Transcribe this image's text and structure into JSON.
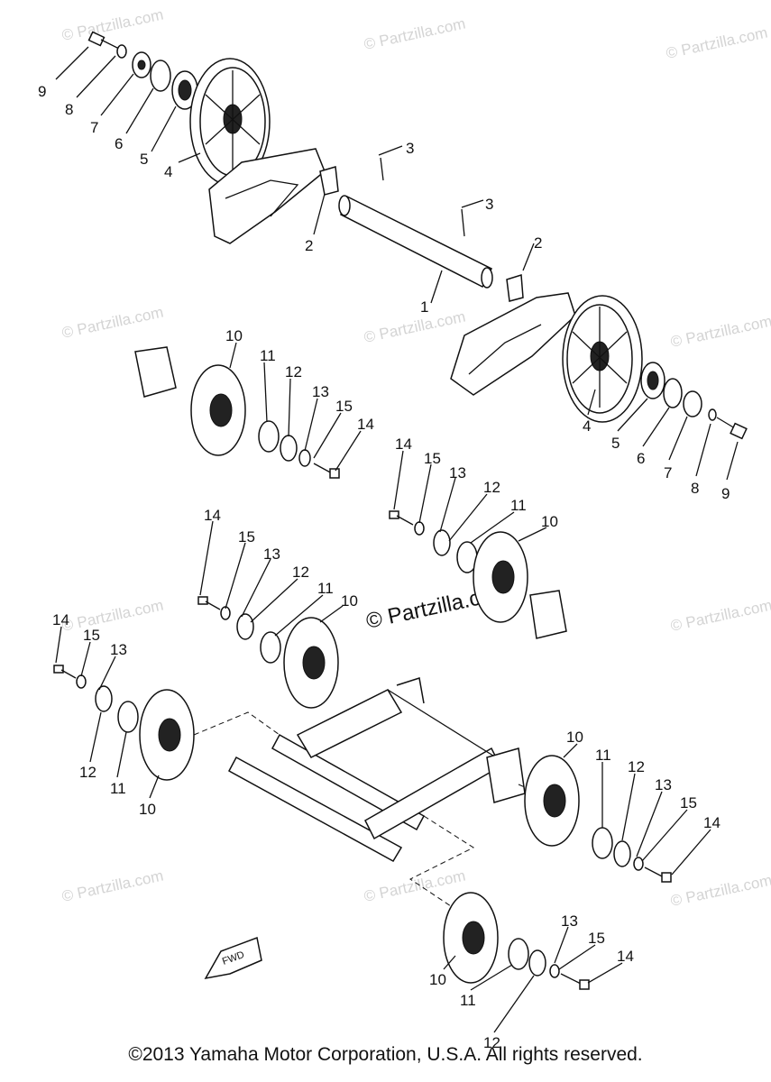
{
  "watermark": {
    "text": "© Partzilla.com",
    "center_text": "© Partzilla.com"
  },
  "fwd_label": "FWD",
  "copyright": "©2013 Yamaha Motor Corporation, U.S.A. All rights reserved.",
  "callouts": {
    "c1": "1",
    "c2a": "2",
    "c2b": "2",
    "c3a": "3",
    "c3b": "3",
    "c4a": "4",
    "c4b": "4",
    "c5a": "5",
    "c5b": "5",
    "c6a": "6",
    "c6b": "6",
    "c7a": "7",
    "c7b": "7",
    "c8a": "8",
    "c8b": "8",
    "c9a": "9",
    "c9b": "9",
    "c10a": "10",
    "c10b": "10",
    "c10c": "10",
    "c10d": "10",
    "c10e": "10",
    "c10f": "10",
    "c11a": "11",
    "c11b": "11",
    "c11c": "11",
    "c11d": "11",
    "c11e": "11",
    "c11f": "11",
    "c12a": "12",
    "c12b": "12",
    "c12c": "12",
    "c12d": "12",
    "c12e": "12",
    "c12f": "12",
    "c13a": "13",
    "c13b": "13",
    "c13c": "13",
    "c13d": "13",
    "c13e": "13",
    "c13f": "13",
    "c14a": "14",
    "c14b": "14",
    "c14c": "14",
    "c14d": "14",
    "c14e": "14",
    "c14f": "14",
    "c15a": "15",
    "c15b": "15",
    "c15c": "15",
    "c15d": "15",
    "c15e": "15",
    "c15f": "15"
  }
}
